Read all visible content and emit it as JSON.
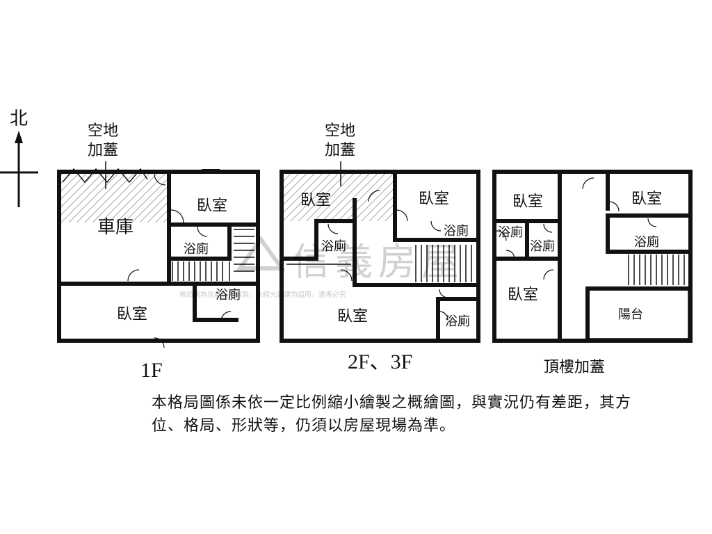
{
  "compass": {
    "north": "北"
  },
  "floors": {
    "f1": {
      "title": "1F",
      "annex": [
        "空地",
        "加蓋"
      ],
      "rooms": {
        "garage": "車庫",
        "bed_ne": "臥室",
        "bath_mid": "浴廁",
        "bed_s": "臥室",
        "bath_se": "浴廁"
      }
    },
    "f2": {
      "title": "2F、3F",
      "annex": [
        "空地",
        "加蓋"
      ],
      "rooms": {
        "bed_nw": "臥室",
        "bed_ne": "臥室",
        "bath_nw": "浴廁",
        "bath_ne": "浴廁",
        "bed_s": "臥室",
        "bath_se": "浴廁"
      }
    },
    "roof": {
      "title": "頂樓加蓋",
      "rooms": {
        "bed_nw": "臥室",
        "bed_ne": "臥室",
        "bath_w": "浴廁",
        "bath_mid": "浴廁",
        "bath_ne": "浴廁",
        "bed_w": "臥室",
        "balcony": "陽台"
      }
    }
  },
  "note": "本格局圖係未依一定比例縮小繪製之概繪圖，與實況仍有差距，其方位、格局、形狀等，仍須以房屋現場為準。",
  "watermark": {
    "brand": "信義房屋",
    "sub": "格局圖為信義房屋繪製，未經允許請勿盜用，違者必究"
  }
}
